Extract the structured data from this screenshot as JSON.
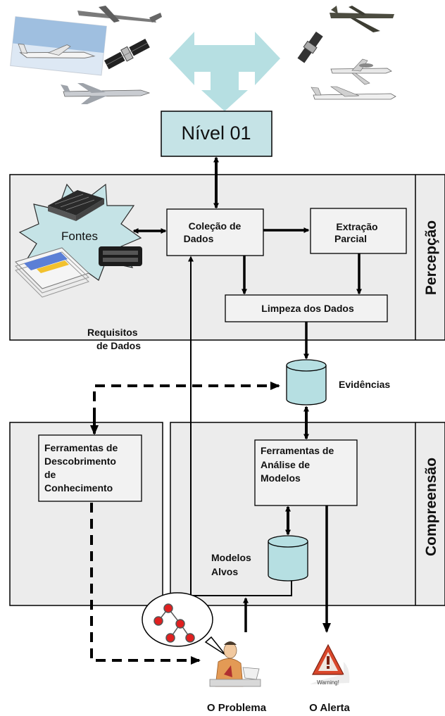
{
  "top": {
    "level_label": "Nível 01"
  },
  "perception": {
    "section_label": "Percepção",
    "sources_label": "Fontes",
    "collection_line1": "Coleção de",
    "collection_line2": "Dados",
    "extraction_line1": "Extração",
    "extraction_line2": "Parcial",
    "cleaning_label": "Limpeza dos Dados",
    "requirements_line1": "Requisitos",
    "requirements_line2": "de Dados"
  },
  "evidence_label": "Evidências",
  "comprehension": {
    "section_label": "Compreensão",
    "discovery_line1": "Ferramentas de",
    "discovery_line2": "Descobrimento",
    "discovery_line3": "de",
    "discovery_line4": "Conhecimento",
    "analysis_line1": "Ferramentas de",
    "analysis_line2": "Análise de",
    "analysis_line3": "Modelos",
    "targets_line1": "Modelos",
    "targets_line2": "Alvos"
  },
  "bottom": {
    "problem_label": "O Problema",
    "alert_label": "O Alerta",
    "warning_text": "Warning!"
  },
  "colors": {
    "panel_fill": "#ececec",
    "teal_fill": "#c5e3e6",
    "arrow_teal": "#b6dfe2",
    "node_red": "#e02020"
  }
}
